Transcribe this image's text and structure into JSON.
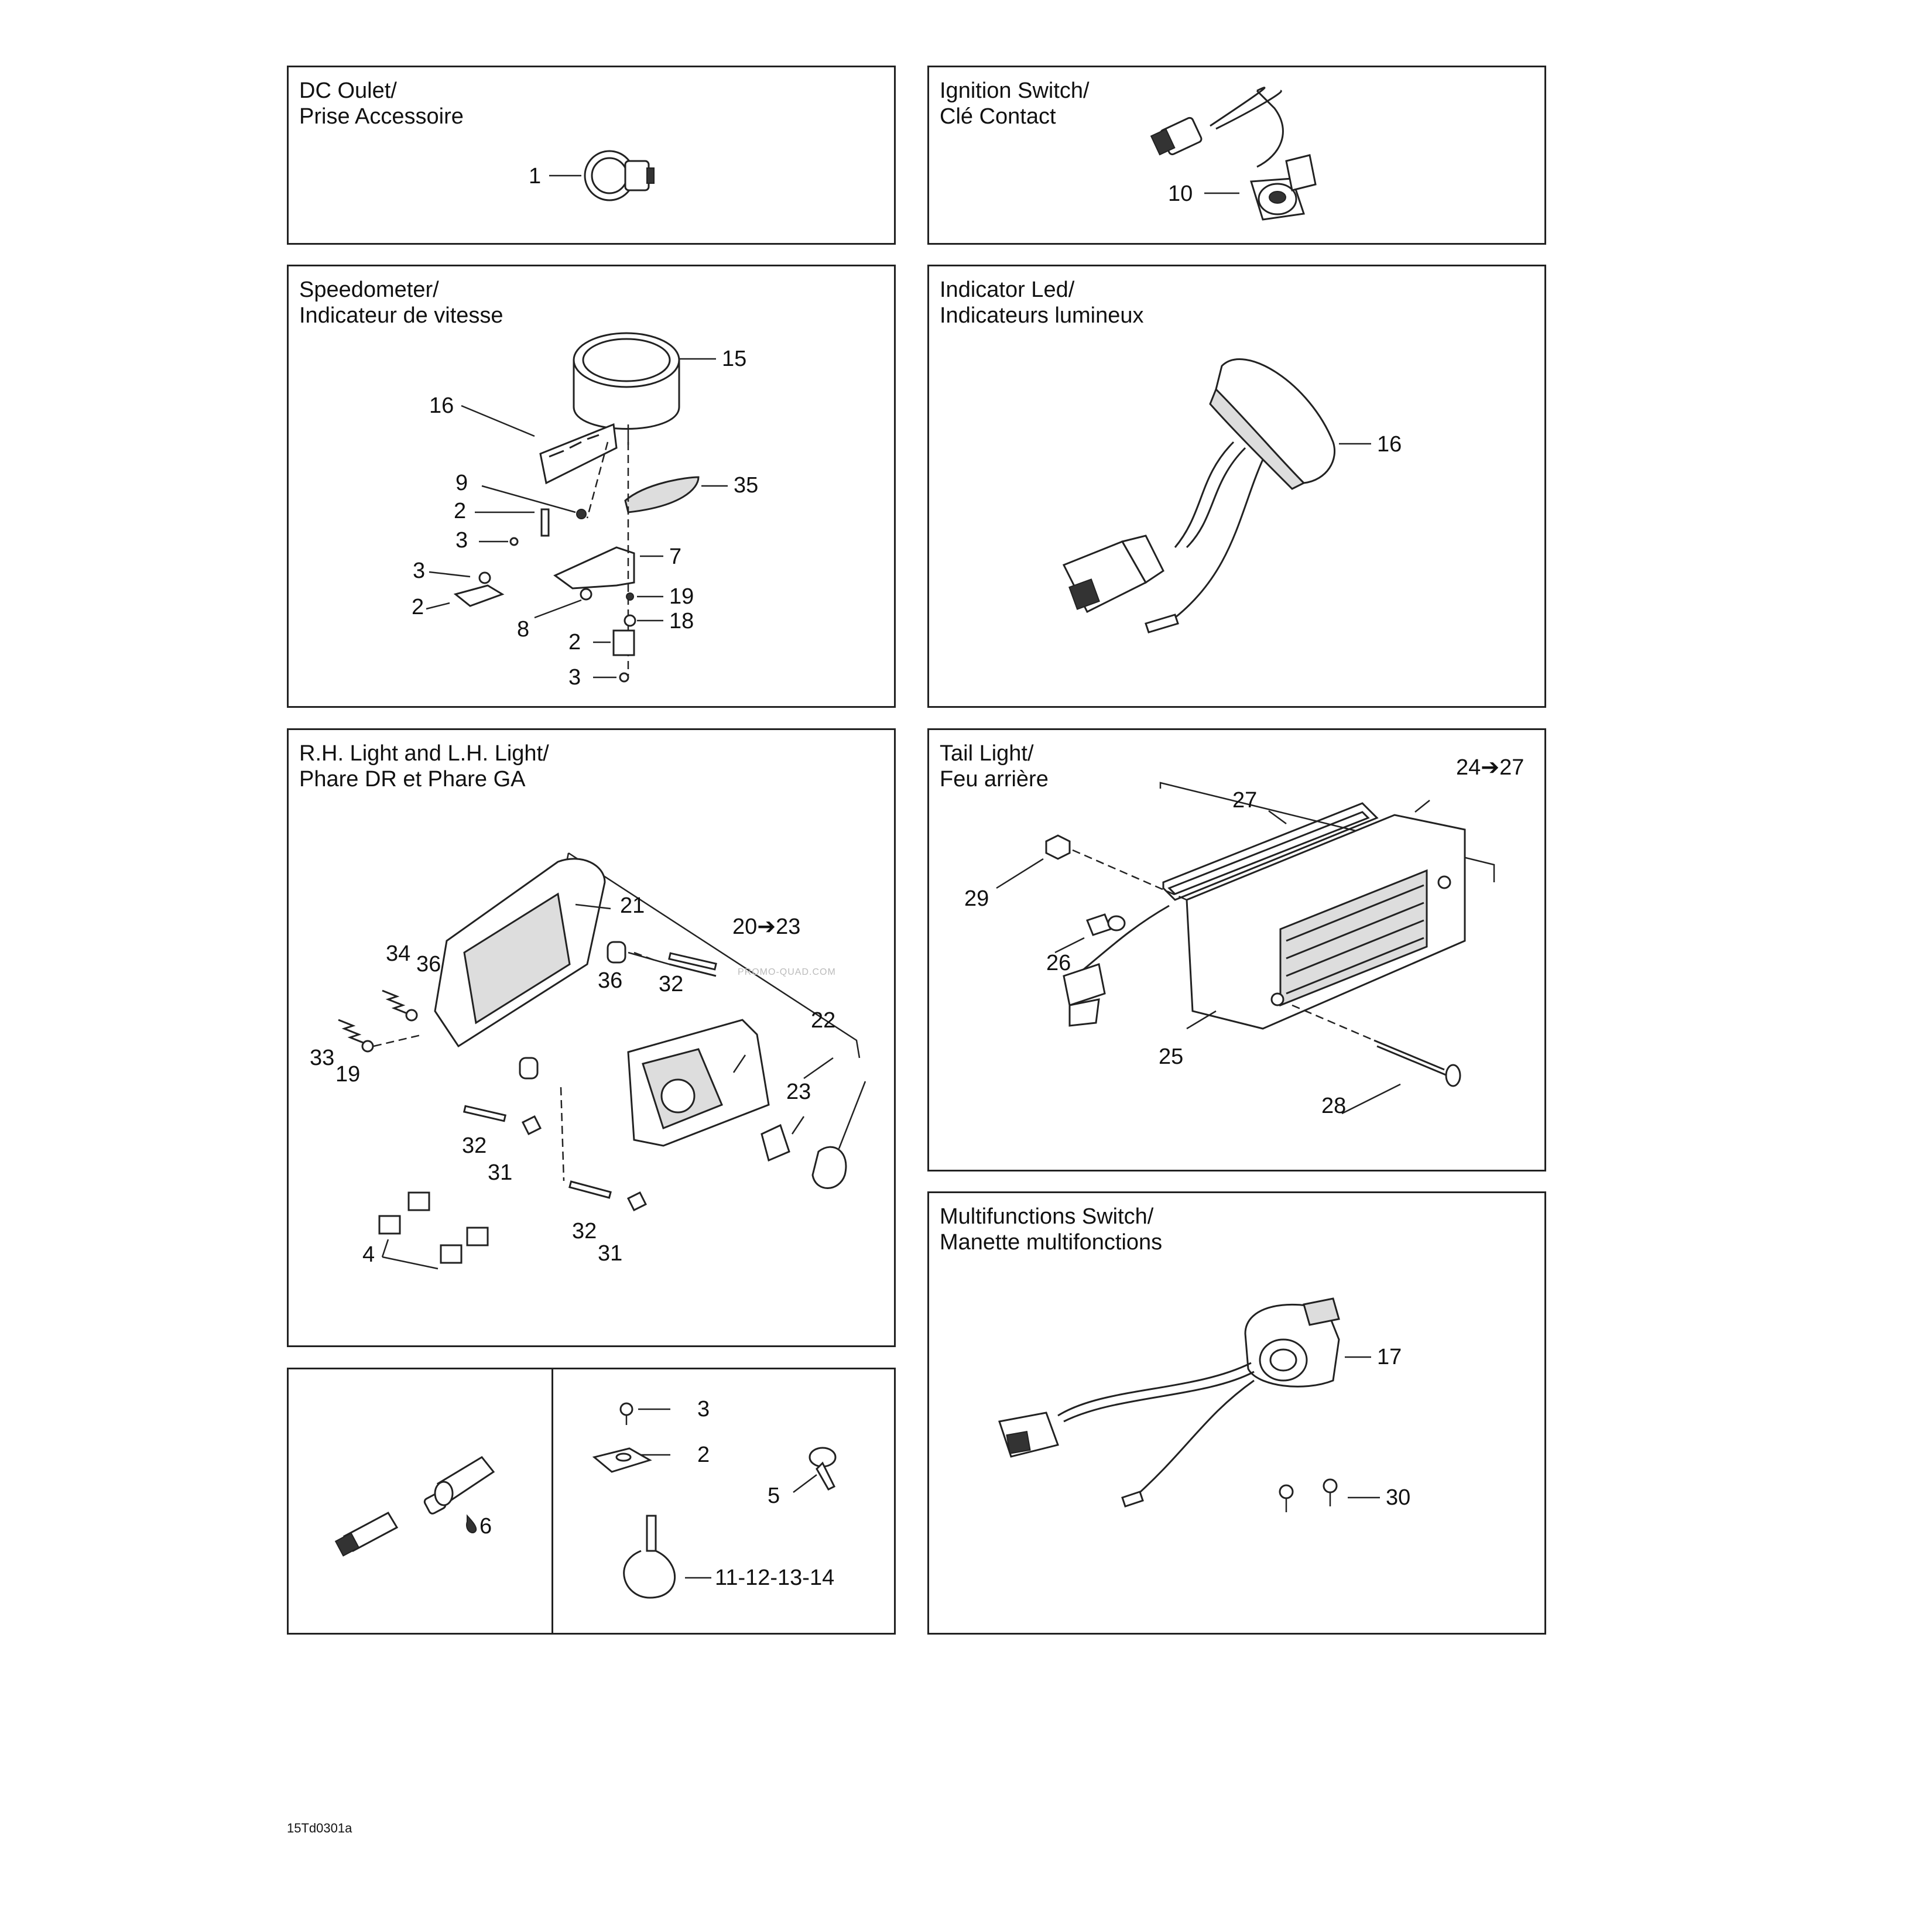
{
  "panels": {
    "dc_outlet": {
      "title_en": "DC Oulet/",
      "title_fr": "Prise Accessoire",
      "callouts": [
        "1"
      ]
    },
    "ignition": {
      "title_en": "Ignition Switch/",
      "title_fr": "Clé Contact",
      "callouts": [
        "10"
      ]
    },
    "speedometer": {
      "title_en": "Speedometer/",
      "title_fr": "Indicateur de vitesse",
      "callouts": [
        "15",
        "16",
        "9",
        "2",
        "3",
        "35",
        "7",
        "3",
        "2",
        "19",
        "8",
        "18",
        "2",
        "3"
      ]
    },
    "indicator": {
      "title_en": "Indicator Led/",
      "title_fr": "Indicateurs lumineux",
      "callouts": [
        "16"
      ]
    },
    "headlights": {
      "title_en": "R.H. Light and L.H. Light/",
      "title_fr": "Phare DR et Phare GA",
      "callouts": [
        "21",
        "20➔23",
        "34",
        "36",
        "36",
        "32",
        "22",
        "33",
        "19",
        "23",
        "32",
        "31",
        "32",
        "31",
        "4"
      ]
    },
    "taillight": {
      "title_en": "Tail Light/",
      "title_fr": "Feu arrière",
      "callouts": [
        "27",
        "24➔27",
        "29",
        "26",
        "25",
        "28"
      ]
    },
    "multifunction": {
      "title_en": "Multifunctions Switch/",
      "title_fr": "Manette multifonctions",
      "callouts": [
        "17",
        "30"
      ]
    },
    "connector": {
      "callouts": [
        "6"
      ]
    },
    "hardware": {
      "callouts": [
        "3",
        "2",
        "5",
        "11-12-13-14"
      ]
    }
  },
  "watermark": "PROMO-QUAD.COM",
  "drawing_code": "15Td0301a"
}
